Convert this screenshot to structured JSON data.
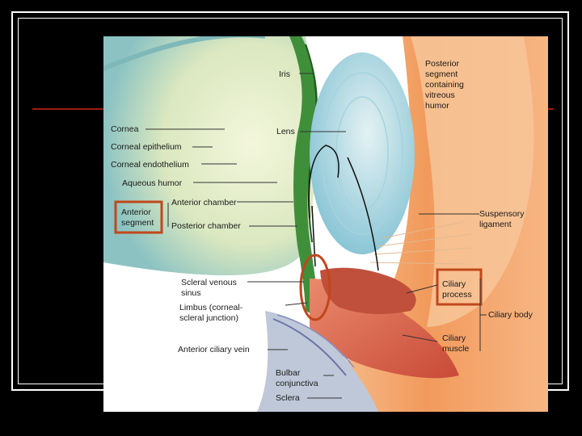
{
  "labels": {
    "iris": "Iris",
    "posterior_segment": [
      "Posterior",
      "segment",
      "containing",
      "vitreous",
      "humor"
    ],
    "cornea": "Cornea",
    "lens": "Lens",
    "corneal_epithelium": "Corneal epithelium",
    "corneal_endothelium": "Corneal endothelium",
    "aqueous_humor": "Aqueous humor",
    "anterior_chamber": "Anterior chamber",
    "anterior_segment": [
      "Anterior",
      "segment"
    ],
    "posterior_chamber": "Posterior chamber",
    "suspensory_ligament": [
      "Suspensory",
      "ligament"
    ],
    "scleral_venous_sinus": [
      "Scleral venous",
      "sinus"
    ],
    "ciliary_process": [
      "Ciliary",
      "process"
    ],
    "limbus": [
      "Limbus (corneal-",
      "scleral junction)"
    ],
    "ciliary_body": "Ciliary body",
    "anterior_ciliary_vein": "Anterior ciliary vein",
    "ciliary_muscle": [
      "Ciliary",
      "muscle"
    ],
    "bulbar_conjunctiva": [
      "Bulbar",
      "conjunctiva"
    ],
    "sclera": "Sclera"
  },
  "colors": {
    "background": "#000000",
    "frame": "#ffffff",
    "rule": "#9b1c10",
    "highlight_box": "#c0471c",
    "cornea": "#dfe9c4",
    "lens": "#b7dde6",
    "sclera": "#f2a267",
    "muscle": "#d9634a"
  }
}
